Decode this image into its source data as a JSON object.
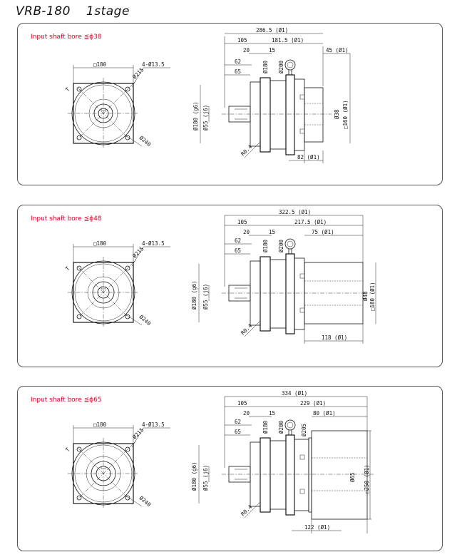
{
  "header": {
    "model": "VRB-180",
    "stage": "1stage"
  },
  "common": {
    "front_square": "□180",
    "bolt_holes": "4-Ø13.5",
    "pcd": "Ø215",
    "flange_dia": "Ø240",
    "side_dim_105": "105",
    "side_dim_20": "20",
    "side_dim_15": "15",
    "side_dim_62": "62",
    "side_dim_65": "65",
    "pilot_dia": "Ø180",
    "flange_outer": "Ø200",
    "input_dia": "Ø180 (g6)",
    "shaft_dia": "Ø55 (j6)",
    "radius": "R0.4"
  },
  "variants": [
    {
      "bore_label": "Input shaft bore ≦ϕ38",
      "overall": "286.5 (Ø1)",
      "right_len": "181.5 (Ø1)",
      "motor_len": "45 (Ø1)",
      "bore_dia": "Ø38",
      "motor_flange": "□160 (Ø1)",
      "bottom_dim": "82 (Ø1)"
    },
    {
      "bore_label": "Input shaft bore ≦ϕ48",
      "overall": "322.5 (Ø1)",
      "right_len": "217.5 (Ø1)",
      "motor_len": "75 (Ø1)",
      "bore_dia": "Ø48",
      "motor_flange": "□180 (Ø1)",
      "bottom_dim": "118 (Ø1)"
    },
    {
      "bore_label": "Input shaft bore ≦ϕ65",
      "overall": "334 (Ø1)",
      "right_len": "229 (Ø1)",
      "motor_len": "80 (Ø1)",
      "bore_dia": "Ø65",
      "motor_flange": "□250 (Ø1)",
      "bottom_dim": "122 (Ø1)",
      "extra_dia": "Ø205"
    }
  ]
}
